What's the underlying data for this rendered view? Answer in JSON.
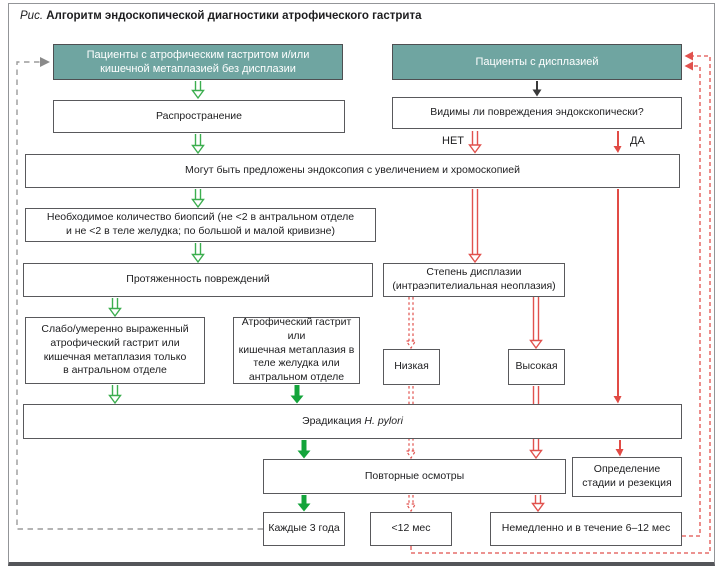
{
  "figure": {
    "title": {
      "fig_label": "Рис.",
      "text": "Алгоритм эндоскопической диагностики атрофического гастрита"
    }
  },
  "nodes": {
    "patients_atrophic": {
      "label": "Пациенты с атрофическим гастритом и/или\nкишечной метаплазией без дисплазии"
    },
    "patients_dysplasia": {
      "label": "Пациенты с дисплазией"
    },
    "question_visible": {
      "label": "Видимы ли повреждения эндокскопически?"
    },
    "spread": {
      "label": "Распространение"
    },
    "endoscopy": {
      "label": "Могут быть предложены эндоксопия с увеличением и хромоскопией"
    },
    "biopsies": {
      "label": "Необходимое количество биопсий (не <2 в антральном отделе\nи не <2 в теле желудка; по большой и малой кривизне)"
    },
    "extent": {
      "label": "Протяженность повреждений"
    },
    "mild_antral": {
      "label": "Слабо/умеренно выраженный\nатрофический гастрит или\nкишечная метаплазия только\nв антральном отделе"
    },
    "atrophic_body": {
      "label": "Атрофический гастрит или\nкишечная метаплазия в\nтеле желудка или\nантральном отделе"
    },
    "dysplasia_grade": {
      "label": "Степень дисплазии\n(интраэпителиальная неоплазия)"
    },
    "low_grade": {
      "label": "Низкая"
    },
    "high_grade": {
      "label": "Высокая"
    },
    "eradication": {
      "prefix": "Эрадикация ",
      "italic": "H. pylori"
    },
    "repeat_exams": {
      "label": "Повторные осмотры"
    },
    "staging_resection": {
      "label": "Определение\nстадии и резекция"
    },
    "every_3_years": {
      "label": "Каждые 3 года"
    },
    "less_12_months": {
      "label": "<12 мес"
    },
    "immediately": {
      "label": "Немедленно и в течение 6–12 мес"
    }
  },
  "edge_labels": {
    "no": "НЕТ",
    "yes": "ДА"
  },
  "colors": {
    "teal_box": "#6FA5A1",
    "box_border": "#59595C",
    "green_solid": "#14A43B",
    "green_outline": "#3CAE4F",
    "red": "#E14B45",
    "black_arrow": "#3A3A3A",
    "gray_dashed": "#9B9B9B",
    "frame_border": "#939598"
  }
}
